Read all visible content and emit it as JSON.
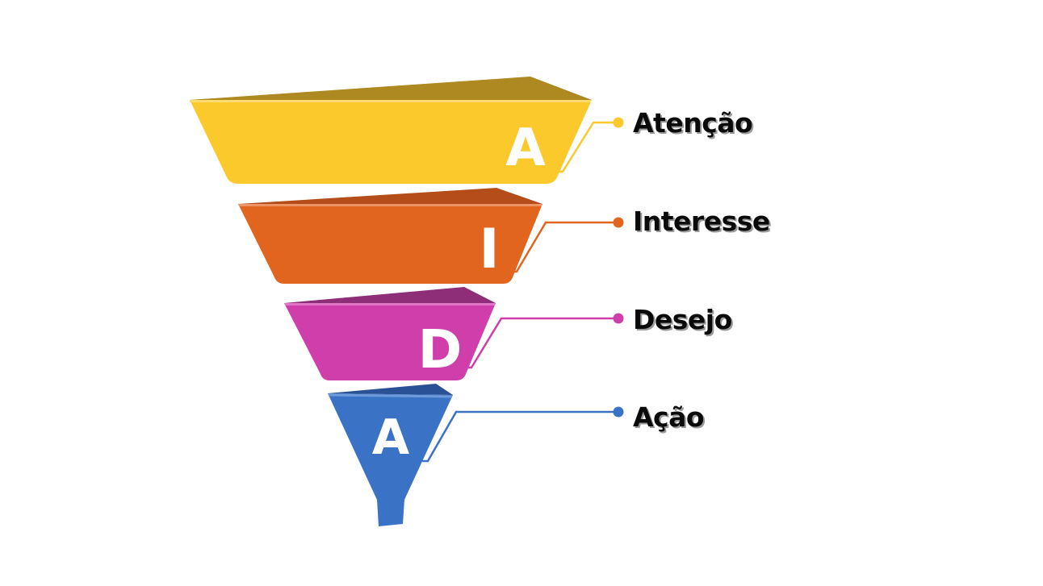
{
  "diagram": {
    "type": "funnel",
    "model": "AIDA",
    "stages": [
      {
        "letter": "A",
        "label": "Atenção",
        "color": "#FBC92C",
        "flap_color": "#B58F20",
        "highlight_color": "#FDDB70"
      },
      {
        "letter": "I",
        "label": "Interesse",
        "color": "#E2651F",
        "flap_color": "#B44D1A",
        "highlight_color": "#EE9464"
      },
      {
        "letter": "D",
        "label": "Desejo",
        "color": "#CF3EAA",
        "flap_color": "#8E2E78",
        "highlight_color": "#E077C6"
      },
      {
        "letter": "A",
        "label": "Ação",
        "color": "#3A73C6",
        "flap_color": "#2A5193",
        "highlight_color": "#6E9AD9"
      }
    ]
  },
  "background_color": "#FFFFFF",
  "label_color": "#0A0A0A"
}
